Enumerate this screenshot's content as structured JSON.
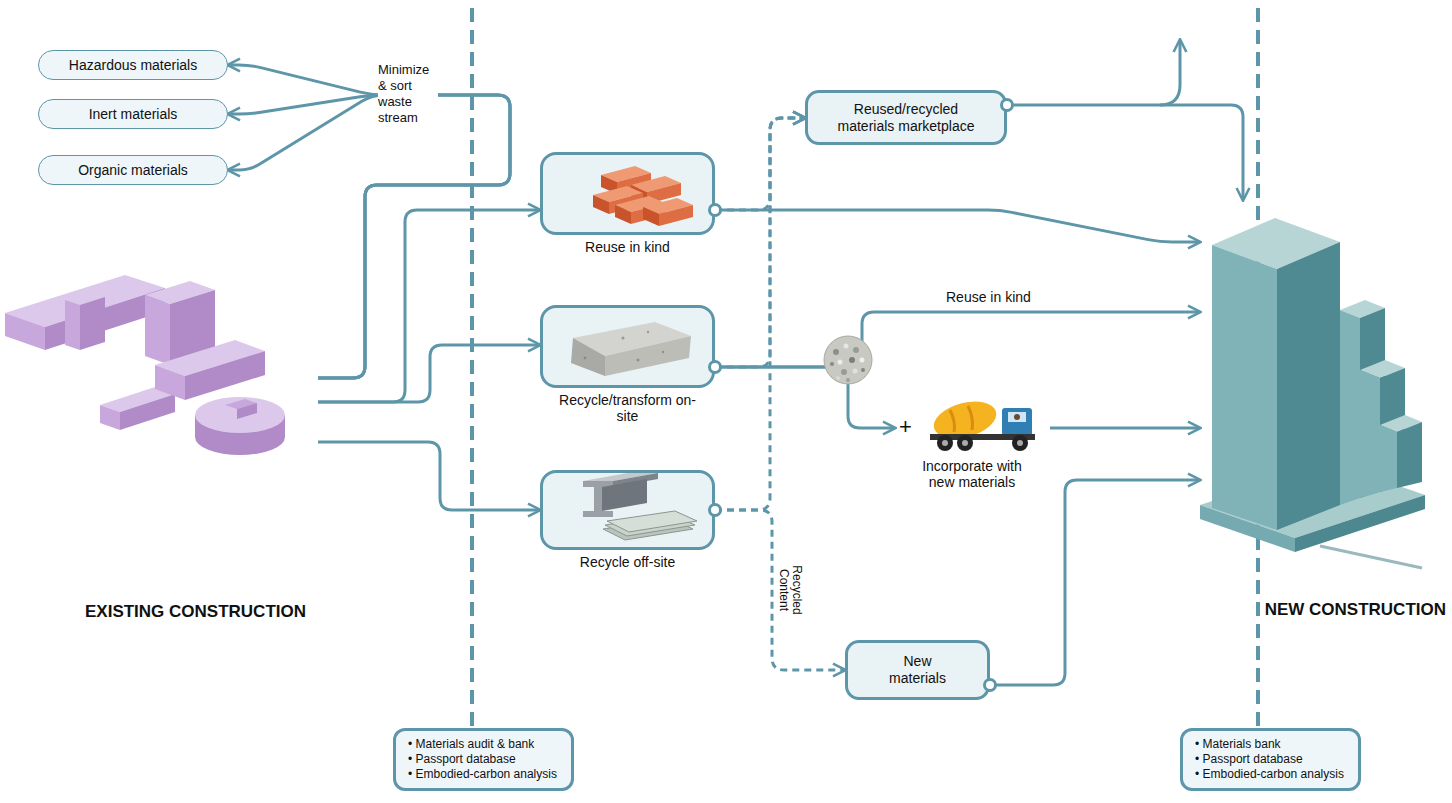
{
  "diagram": {
    "nodes": [
      {
        "text": [
          "Hazardous materials"
        ]
      },
      {
        "text": [
          "Inert materials"
        ]
      },
      {
        "text": [
          "Organic materials"
        ]
      },
      {
        "text": [
          "EXISTING CONSTRUCTION"
        ]
      },
      {
        "text": [
          "Reuse in kind"
        ]
      },
      {
        "text": [
          "Recycle/transform on-site"
        ]
      },
      {
        "text": [
          "Recycle off-site"
        ]
      },
      {
        "text": [
          "Reused/recycled materials marketplace"
        ]
      },
      {
        "text": [
          "Incorporate with new materials"
        ]
      },
      {
        "text": [
          "New materials"
        ]
      },
      {
        "text": [
          "NEW CONSTRUCTION"
        ]
      },
      {
        "text": [
          "• Materials audit & bank",
          "• Passport database",
          "• Embodied-carbon analysis"
        ]
      },
      {
        "text": [
          "• Materials bank",
          "• Passport database",
          "• Embodied-carbon analysis"
        ]
      }
    ],
    "edges": [
      {
        "from": 3,
        "to": 0,
        "arrow": "to"
      },
      {
        "from": 3,
        "to": 1,
        "label": "Minimize & sort waste stream",
        "arrow": "to"
      },
      {
        "from": 3,
        "to": 2,
        "arrow": "to"
      },
      {
        "from": 3,
        "to": 4,
        "arrow": "to"
      },
      {
        "from": 3,
        "to": 5,
        "arrow": "to"
      },
      {
        "from": 3,
        "to": 6,
        "arrow": "to"
      },
      {
        "from": 4,
        "to": 7,
        "arrow": "to"
      },
      {
        "from": 5,
        "to": 7,
        "arrow": "to"
      },
      {
        "from": 6,
        "to": 7,
        "arrow": "to"
      },
      {
        "from": 4,
        "to": 10,
        "arrow": "to"
      },
      {
        "from": 7,
        "to": 10,
        "arrow": "to"
      },
      {
        "from": 5,
        "to": 10,
        "label": "Reuse in kind",
        "arrow": "to"
      },
      {
        "from": 5,
        "to": 8,
        "arrow": "to"
      },
      {
        "from": 8,
        "to": 10,
        "arrow": "to"
      },
      {
        "from": 6,
        "to": 9,
        "label": "Recycled Content",
        "arrow": "to"
      },
      {
        "from": 9,
        "to": 10,
        "arrow": "to"
      }
    ],
    "labels": [
      "+"
    ]
  }
}
